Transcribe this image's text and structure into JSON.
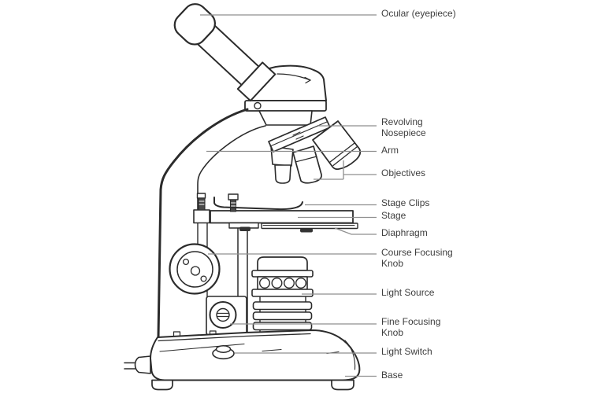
{
  "figure": {
    "type": "labeled-diagram",
    "subject": "compound-light-microscope",
    "background": "#ffffff",
    "colors": {
      "line": "#2b2b2b",
      "leader": "#8f8f8f",
      "label_text": "#3e3e3e"
    },
    "labels": [
      {
        "id": "ocular",
        "text": "Ocular (eyepiece)"
      },
      {
        "id": "revolving-nosepiece",
        "text": "Revolving\nNosepiece"
      },
      {
        "id": "arm",
        "text": "Arm"
      },
      {
        "id": "objectives",
        "text": "Objectives"
      },
      {
        "id": "stage-clips",
        "text": "Stage Clips"
      },
      {
        "id": "stage",
        "text": "Stage"
      },
      {
        "id": "diaphragm",
        "text": "Diaphragm"
      },
      {
        "id": "course-focusing-knob",
        "text": "Course Focusing\nKnob"
      },
      {
        "id": "light-source",
        "text": "Light Source"
      },
      {
        "id": "fine-focusing-knob",
        "text": "Fine Focusing\nKnob"
      },
      {
        "id": "light-switch",
        "text": "Light Switch"
      },
      {
        "id": "base",
        "text": "Base"
      }
    ]
  }
}
